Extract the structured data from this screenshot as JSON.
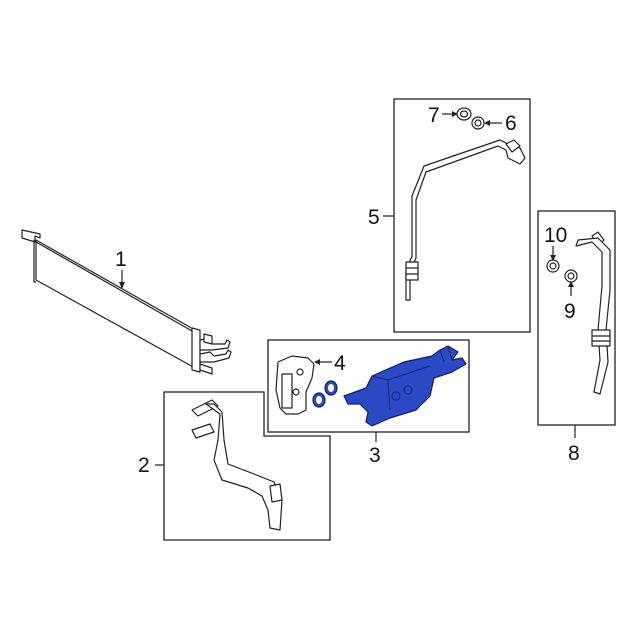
{
  "diagram": {
    "type": "exploded-parts-diagram",
    "highlight_color": "#2a49c4",
    "callouts": [
      {
        "id": "1",
        "label": "1",
        "part": "transmission oil cooler (radiator)"
      },
      {
        "id": "2",
        "label": "2",
        "part": "cooler tube"
      },
      {
        "id": "3",
        "label": "3",
        "part": "oil cooler assembly (highlighted)"
      },
      {
        "id": "4",
        "label": "4",
        "part": "adapter / housing"
      },
      {
        "id": "5",
        "label": "5",
        "part": "cooler line"
      },
      {
        "id": "6",
        "label": "6",
        "part": "seal"
      },
      {
        "id": "7",
        "label": "7",
        "part": "nut"
      },
      {
        "id": "8",
        "label": "8",
        "part": "cooler line"
      },
      {
        "id": "9",
        "label": "9",
        "part": "seal"
      },
      {
        "id": "10",
        "label": "10",
        "part": "nut"
      }
    ]
  }
}
